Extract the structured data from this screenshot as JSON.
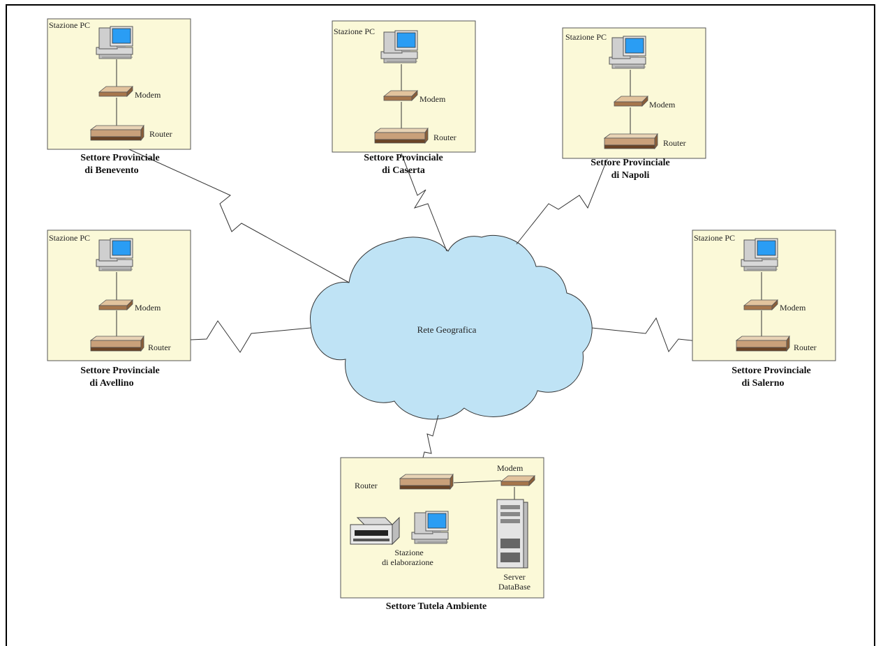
{
  "labels": {
    "pc_station": "Stazione PC",
    "modem": "Modem",
    "router": "Router",
    "cloud": "Rete Geografica"
  },
  "sites": {
    "benevento": {
      "title_line1": "Settore Provinciale",
      "title_line2": "di Benevento"
    },
    "caserta": {
      "title_line1": "Settore Provinciale",
      "title_line2": "di Caserta"
    },
    "napoli": {
      "title_line1": "Settore Provinciale",
      "title_line2": "di Napoli"
    },
    "avellino": {
      "title_line1": "Settore Provinciale",
      "title_line2": "di Avellino"
    },
    "salerno": {
      "title_line1": "Settore Provinciale",
      "title_line2": "di Salerno"
    }
  },
  "central": {
    "title": "Settore Tutela Ambiente",
    "router_label": "Router",
    "modem_label": "Modem",
    "workstation_line1": "Stazione",
    "workstation_line2": "di elaborazione",
    "server_line1": "Server",
    "server_line2": "DataBase"
  },
  "colors": {
    "box_fill": "#fbf9d8",
    "cloud_fill": "#bfe3f5",
    "monitor_screen": "#2a9df4",
    "device_body": "#c9a07a"
  }
}
